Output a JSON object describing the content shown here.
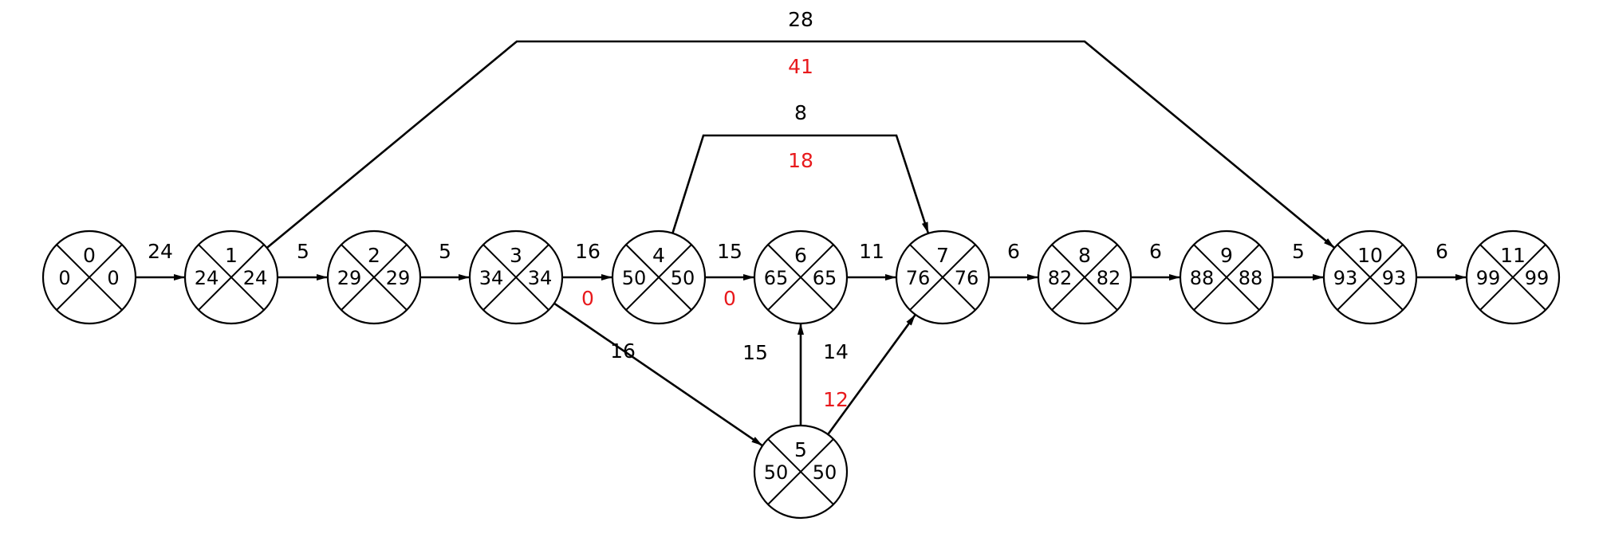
{
  "colors": {
    "line": "#000000",
    "float_label": "#e8191c"
  },
  "nodes": [
    {
      "id": "0",
      "early": "0",
      "late": "0"
    },
    {
      "id": "1",
      "early": "24",
      "late": "24"
    },
    {
      "id": "2",
      "early": "29",
      "late": "29"
    },
    {
      "id": "3",
      "early": "34",
      "late": "34"
    },
    {
      "id": "4",
      "early": "50",
      "late": "50"
    },
    {
      "id": "5",
      "early": "50",
      "late": "50"
    },
    {
      "id": "6",
      "early": "65",
      "late": "65"
    },
    {
      "id": "7",
      "early": "76",
      "late": "76"
    },
    {
      "id": "8",
      "early": "82",
      "late": "82"
    },
    {
      "id": "9",
      "early": "88",
      "late": "88"
    },
    {
      "id": "10",
      "early": "93",
      "late": "93"
    },
    {
      "id": "11",
      "early": "99",
      "late": "99"
    }
  ],
  "edges": [
    {
      "from": "0",
      "to": "1",
      "duration": "24"
    },
    {
      "from": "1",
      "to": "2",
      "duration": "5"
    },
    {
      "from": "2",
      "to": "3",
      "duration": "5"
    },
    {
      "from": "3",
      "to": "4",
      "duration": "16",
      "float": "0"
    },
    {
      "from": "4",
      "to": "6",
      "duration": "15",
      "float": "0"
    },
    {
      "from": "6",
      "to": "7",
      "duration": "11"
    },
    {
      "from": "7",
      "to": "8",
      "duration": "6"
    },
    {
      "from": "8",
      "to": "9",
      "duration": "6"
    },
    {
      "from": "9",
      "to": "10",
      "duration": "5"
    },
    {
      "from": "10",
      "to": "11",
      "duration": "6"
    },
    {
      "from": "1",
      "to": "10",
      "duration": "28",
      "float": "41"
    },
    {
      "from": "4",
      "to": "7",
      "duration": "8",
      "float": "18"
    },
    {
      "from": "3",
      "to": "5",
      "duration": "16"
    },
    {
      "from": "5",
      "to": "6",
      "duration": "15"
    },
    {
      "from": "5",
      "to": "7",
      "duration": "14",
      "float": "12"
    }
  ]
}
